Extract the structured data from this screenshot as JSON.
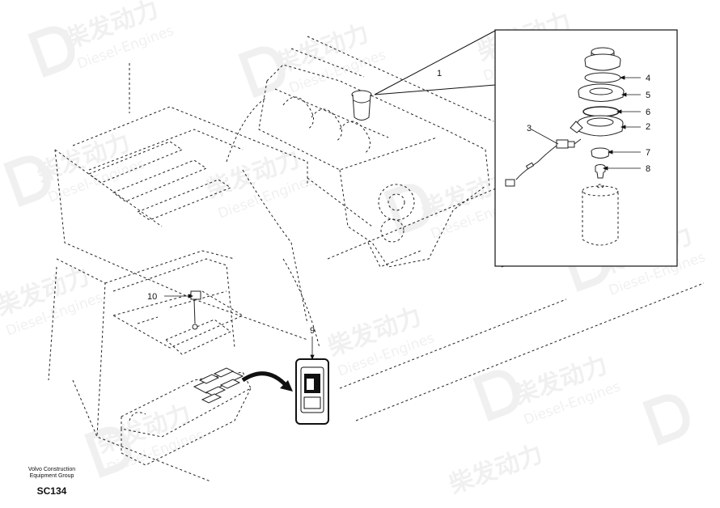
{
  "watermark": {
    "cn": "柴发动力",
    "en": "Diesel-Engines"
  },
  "callouts": {
    "c1": "1",
    "c2": "2",
    "c3": "3",
    "c4": "4",
    "c5": "5",
    "c6": "6",
    "c7": "7",
    "c8": "8",
    "c9": "9",
    "c10": "10"
  },
  "footer": {
    "line1": "Volvo Construction",
    "line2": "Equipment Group",
    "code": "SC134"
  }
}
